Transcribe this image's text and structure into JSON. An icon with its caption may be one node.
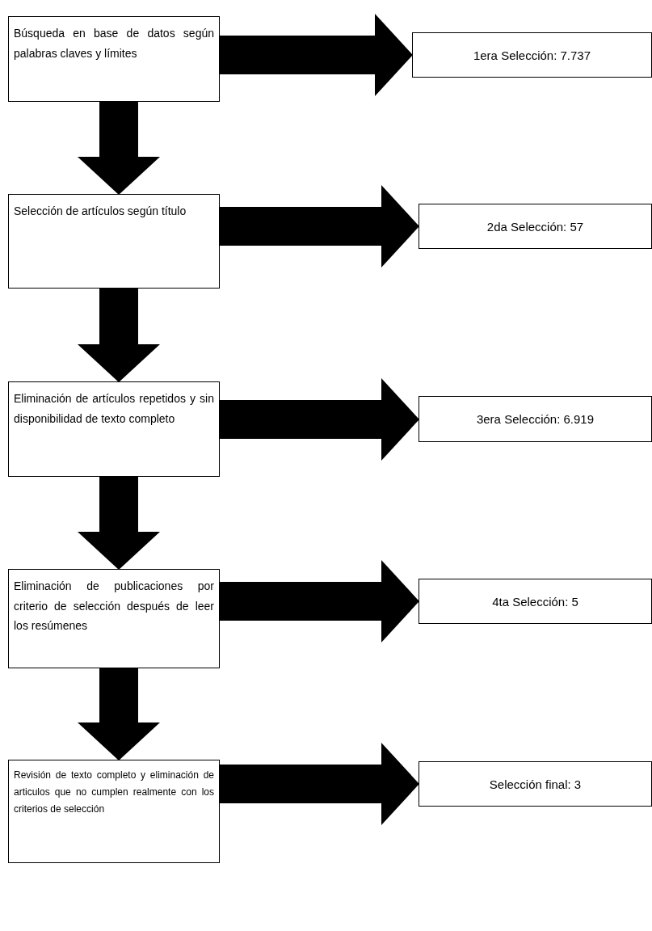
{
  "diagram": {
    "nodes": [
      {
        "text": [
          "Búsqueda en base de datos según palabras claves y límites"
        ]
      },
      {
        "text": [
          "1era Selección: 7.737"
        ]
      },
      {
        "text": [
          "Selección de artículos según título"
        ]
      },
      {
        "text": [
          "2da Selección: 57"
        ]
      },
      {
        "text": [
          "Eliminación de artículos repetidos y sin disponibilidad de texto completo"
        ]
      },
      {
        "text": [
          "3era Selección: 6.919"
        ]
      },
      {
        "text": [
          "Eliminación de publicaciones por criterio de selección después de leer los resúmenes"
        ]
      },
      {
        "text": [
          "4ta Selección: 5"
        ]
      },
      {
        "text": [
          "Revisión de texto completo y eliminación de articulos que no cumplen realmente con los criterios de selección"
        ]
      },
      {
        "text": [
          "Selección final: 3"
        ]
      }
    ],
    "edges": [
      {
        "from": 0,
        "to": 1,
        "arrow": "to"
      },
      {
        "from": 0,
        "to": 2,
        "arrow": "to"
      },
      {
        "from": 2,
        "to": 3,
        "arrow": "to"
      },
      {
        "from": 2,
        "to": 4,
        "arrow": "to"
      },
      {
        "from": 4,
        "to": 5,
        "arrow": "to"
      },
      {
        "from": 4,
        "to": 6,
        "arrow": "to"
      },
      {
        "from": 6,
        "to": 7,
        "arrow": "to"
      },
      {
        "from": 6,
        "to": 8,
        "arrow": "to"
      },
      {
        "from": 8,
        "to": 9,
        "arrow": "to"
      }
    ]
  }
}
